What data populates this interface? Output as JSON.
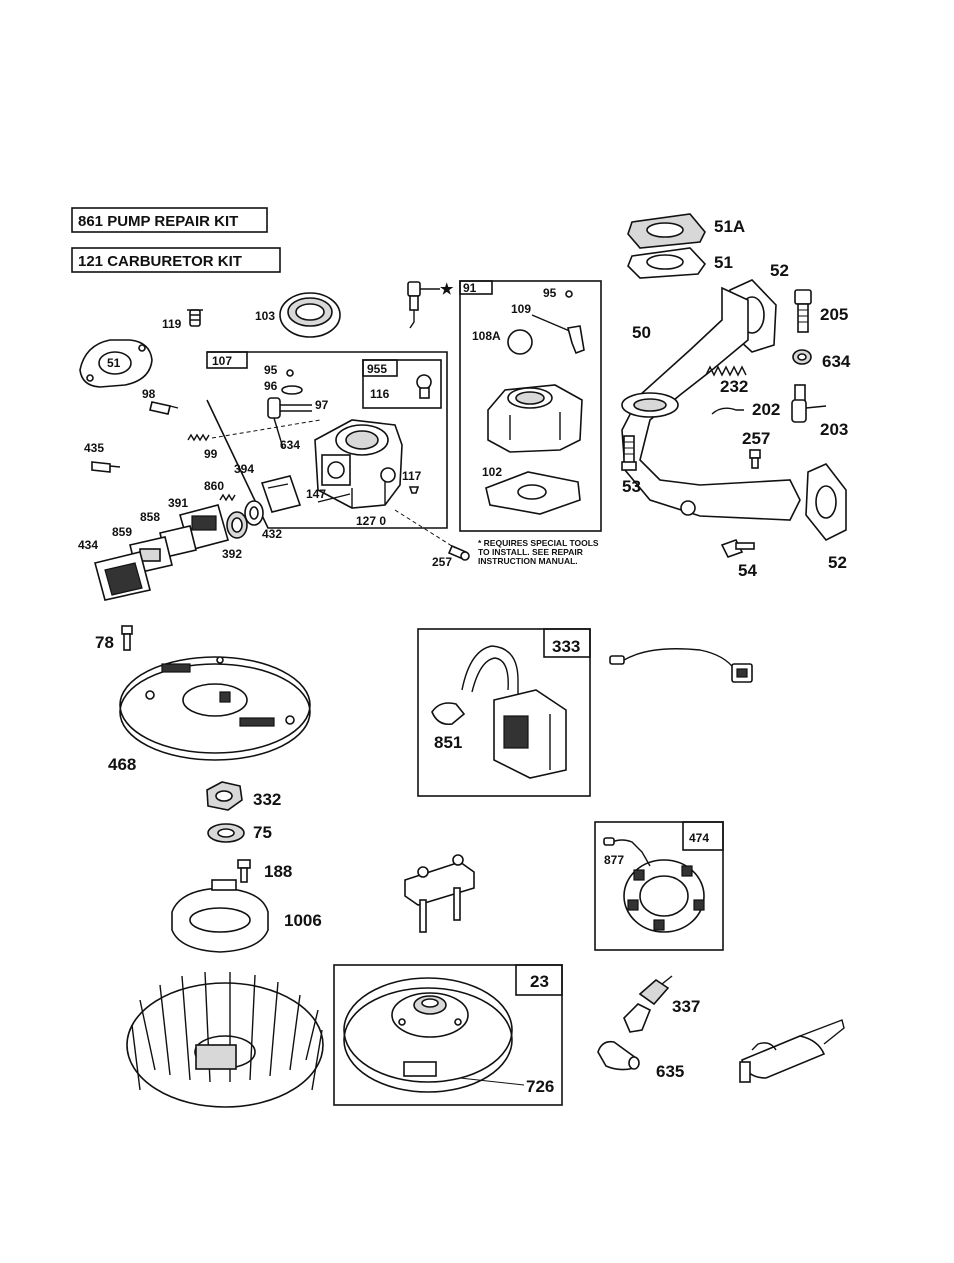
{
  "kits": {
    "pump": "861 PUMP REPAIR KIT",
    "carburetor": "121  CARBURETOR KIT"
  },
  "note": {
    "line1": "* REQUIRES SPECIAL TOOLS",
    "line2": "TO INSTALL. SEE REPAIR",
    "line3": "INSTRUCTION MANUAL.",
    "star": "★"
  },
  "boxes": {
    "b107": "107",
    "b955": "955",
    "b91": "91",
    "b333": "333",
    "b474": "474",
    "b23": "23"
  },
  "labels": {
    "p51A": "51A",
    "p51_top": "51",
    "p52_top": "52",
    "p205": "205",
    "p50": "50",
    "p634_r": "634",
    "p232": "232",
    "p202": "202",
    "p203": "203",
    "p257_r": "257",
    "p53": "53",
    "p54": "54",
    "p52_bot": "52",
    "p119": "119",
    "p103": "103",
    "p51_gasket": "51",
    "p98": "98",
    "p435": "435",
    "p95_a": "95",
    "p96": "96",
    "p97": "97",
    "p634_c": "634",
    "p99": "99",
    "p116": "116",
    "p394": "394",
    "p860": "860",
    "p391": "391",
    "p858": "858",
    "p859": "859",
    "p434": "434",
    "p392": "392",
    "p432": "432",
    "p147": "147",
    "p117": "117",
    "p1270": "127 0",
    "p257_c": "257",
    "p95_b": "95",
    "p109": "109",
    "p108A": "108A",
    "p102": "102",
    "p78": "78",
    "p468": "468",
    "p851": "851",
    "p332": "332",
    "p75": "75",
    "p188": "188",
    "p1006": "1006",
    "p877": "877",
    "p337": "337",
    "p635": "635",
    "p726": "726"
  }
}
